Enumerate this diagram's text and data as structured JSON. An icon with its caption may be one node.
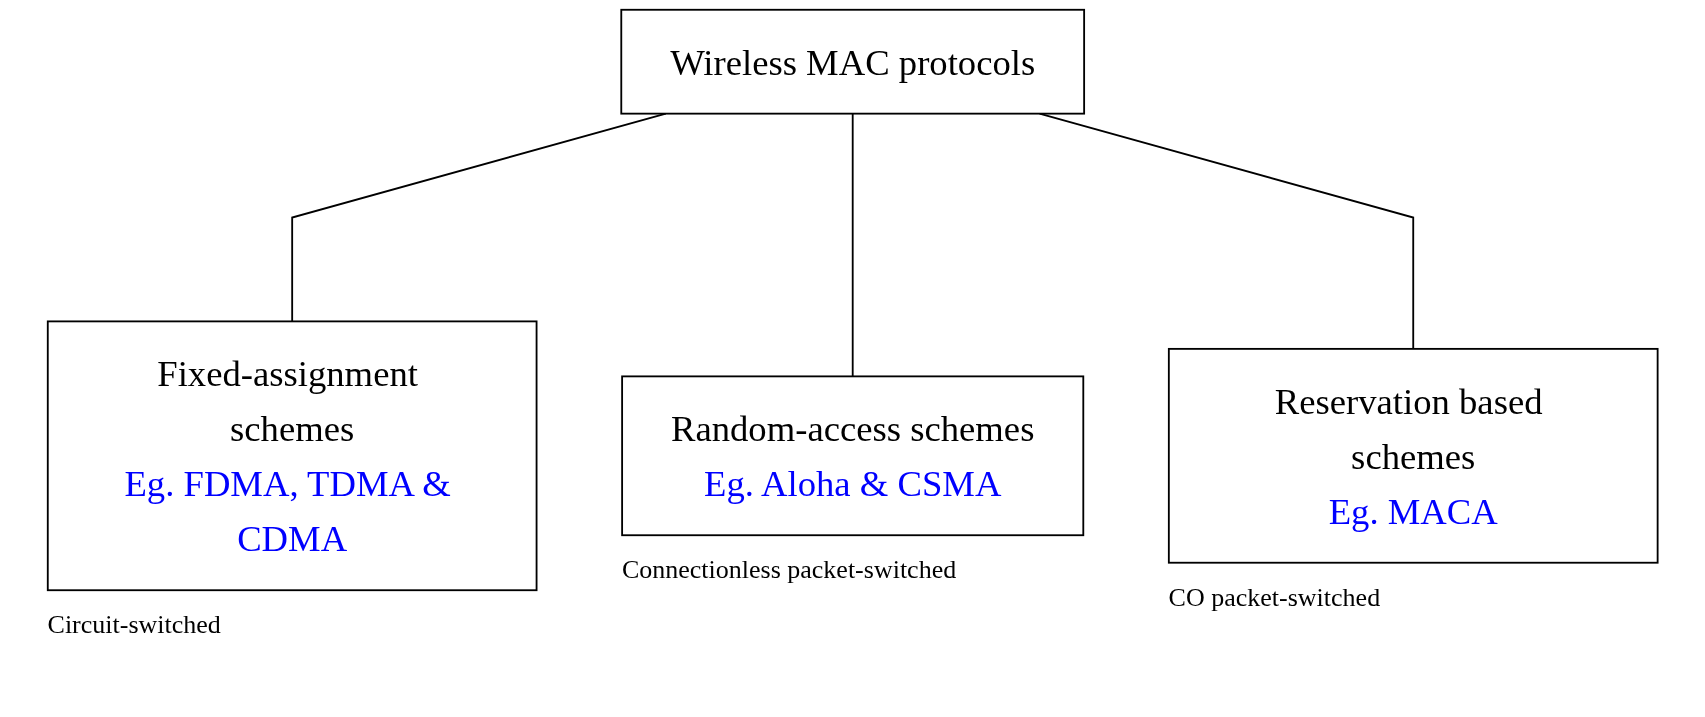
{
  "diagram": {
    "nodes": [
      {
        "text": [
          "Wireless MAC protocols"
        ]
      },
      {
        "text": [
          "Fixed-assignment schemes",
          "Eg. FDMA, TDMA & CDMA"
        ],
        "beside": [
          "Circuit-switched"
        ]
      },
      {
        "text": [
          "Random-access schemes",
          "Eg. Aloha & CSMA"
        ],
        "beside": [
          "Connectionless packet-switched"
        ]
      },
      {
        "text": [
          "Reservation based schemes",
          "Eg. MACA"
        ],
        "beside": [
          "CO packet-switched"
        ]
      }
    ],
    "edges": [
      {
        "from": 0,
        "to": 1,
        "arrow": "none"
      },
      {
        "from": 0,
        "to": 2,
        "arrow": "none"
      },
      {
        "from": 0,
        "to": 3,
        "arrow": "none"
      }
    ]
  }
}
